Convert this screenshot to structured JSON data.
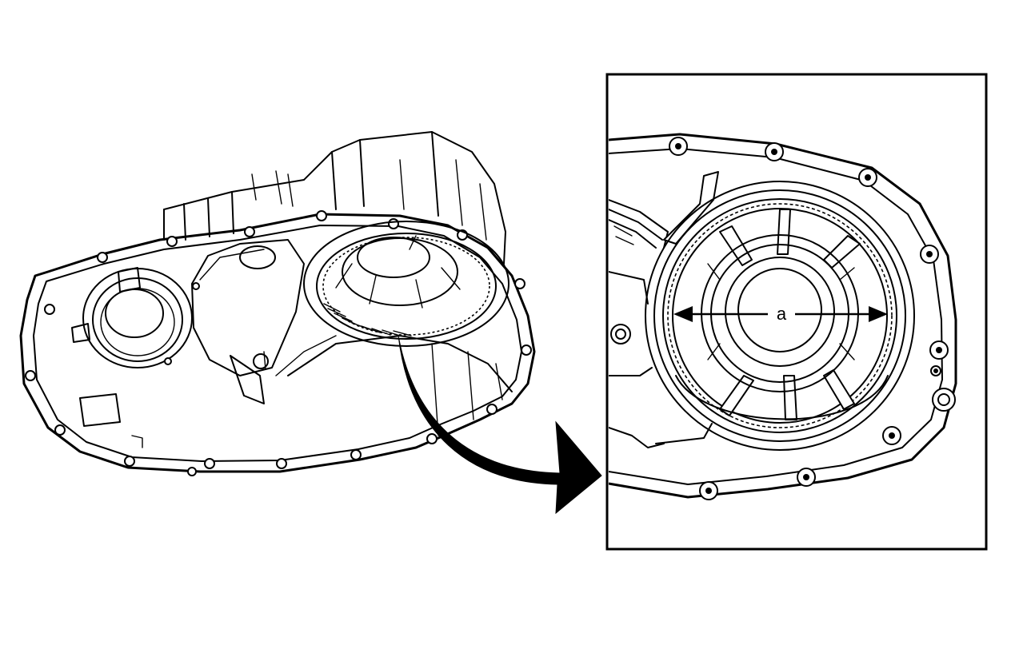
{
  "diagram": {
    "callout_label": "a",
    "colors": {
      "line": "#000000",
      "background": "#ffffff"
    },
    "parts": {
      "overview": "transfer-case-housing",
      "detail": "ring-gear-bore",
      "pointer": "callout-arrow"
    }
  }
}
